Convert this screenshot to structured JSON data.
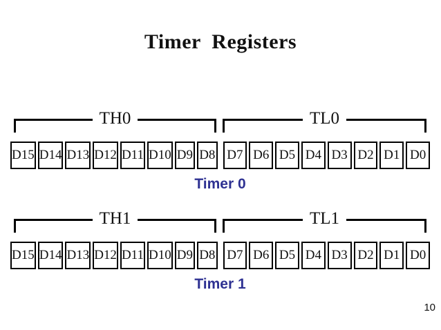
{
  "title": "Timer  Registers",
  "page_number": "10",
  "colors": {
    "background": "#ffffff",
    "diagram_line": "#000000",
    "caption_blue": "#2e3192"
  },
  "registers": [
    {
      "high_label": "TH0",
      "low_label": "TL0",
      "caption": "Timer 0",
      "high_bits": [
        "D15",
        "D14",
        "D13",
        "D12",
        "D11",
        "D10",
        "D9",
        "D8"
      ],
      "low_bits": [
        "D7",
        "D6",
        "D5",
        "D4",
        "D3",
        "D2",
        "D1",
        "D0"
      ]
    },
    {
      "high_label": "TH1",
      "low_label": "TL1",
      "caption": "Timer 1",
      "high_bits": [
        "D15",
        "D14",
        "D13",
        "D12",
        "D11",
        "D10",
        "D9",
        "D8"
      ],
      "low_bits": [
        "D7",
        "D6",
        "D5",
        "D4",
        "D3",
        "D2",
        "D1",
        "D0"
      ]
    }
  ]
}
